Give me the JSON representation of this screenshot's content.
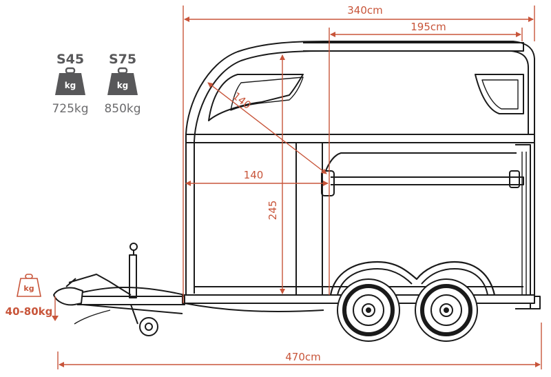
{
  "colors": {
    "dimension": "#c8553a",
    "outline": "#1a1a1a",
    "weight_icon": "#58585a"
  },
  "dimensions": {
    "total_width": "340cm",
    "interior_width": "195cm",
    "diagonal": "140",
    "horizontal_interior": "140",
    "height": "245",
    "total_length": "470cm"
  },
  "weights": [
    {
      "model": "S45",
      "icon": "weight-icon",
      "unit": "kg",
      "value": "725kg"
    },
    {
      "model": "S75",
      "icon": "weight-icon",
      "unit": "kg",
      "value": "850kg"
    }
  ],
  "nose_load": {
    "icon": "weight-icon",
    "unit": "kg",
    "value": "40-80kg"
  }
}
